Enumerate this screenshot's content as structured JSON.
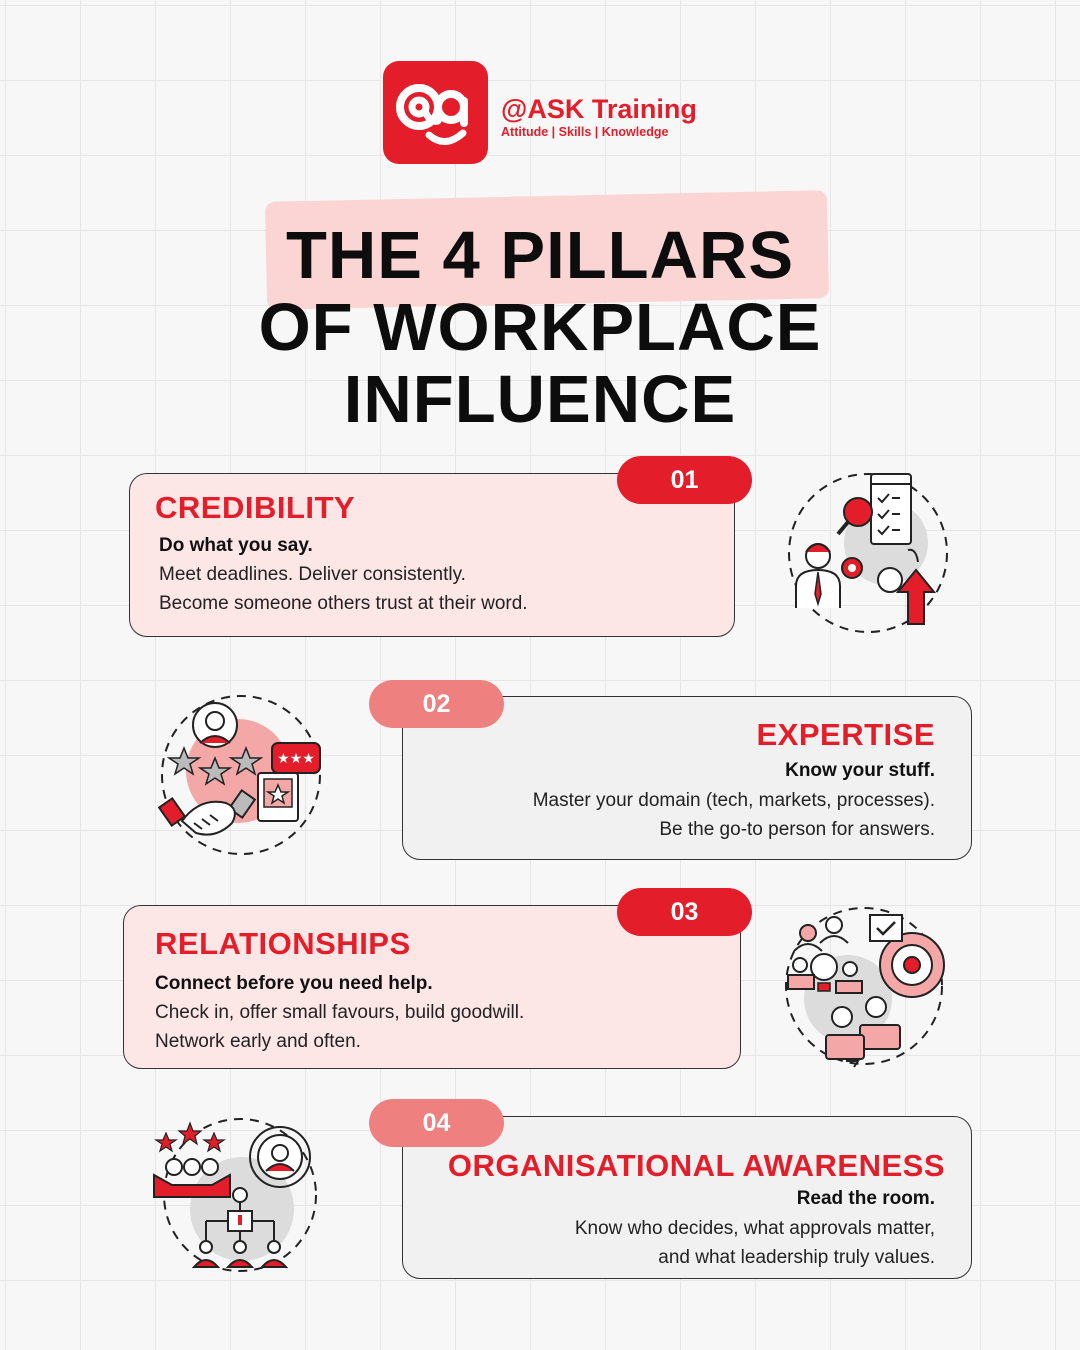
{
  "brand": {
    "name": "@ASK Training",
    "tagline": "Attitude | Skills | Knowledge",
    "color": "#e31e2a"
  },
  "title": {
    "line1": "THE 4 PILLARS",
    "line2": "OF WORKPLACE",
    "line3": "INFLUENCE"
  },
  "pillars": [
    {
      "number": "01",
      "title": "CREDIBILITY",
      "subtitle": "Do what you say.",
      "body": [
        "Meet deadlines. Deliver consistently.",
        "Become someone others trust at their word."
      ],
      "icon": "checklist-growth-icon"
    },
    {
      "number": "02",
      "title": "EXPERTISE",
      "subtitle": "Know your stuff.",
      "body": [
        "Master your domain (tech, markets, processes).",
        "Be the go-to person for answers."
      ],
      "icon": "rated-expert-handshake-icon"
    },
    {
      "number": "03",
      "title": "RELATIONSHIPS",
      "subtitle": "Connect before you need help.",
      "body": [
        "Check in, offer small favours, build goodwill.",
        "Network early and often."
      ],
      "icon": "networking-target-icon"
    },
    {
      "number": "04",
      "title": "ORGANISATIONAL AWARENESS",
      "subtitle": "Read the room.",
      "body": [
        "Know who decides, what approvals matter,",
        "and what leadership truly values."
      ],
      "icon": "org-hierarchy-icon"
    }
  ],
  "colors": {
    "accent": "#e31e2a",
    "badge_light": "#ef8080",
    "card_pink": "#fde6e6",
    "card_grey": "#f1f1f1",
    "highlight": "#fbd5d3"
  }
}
